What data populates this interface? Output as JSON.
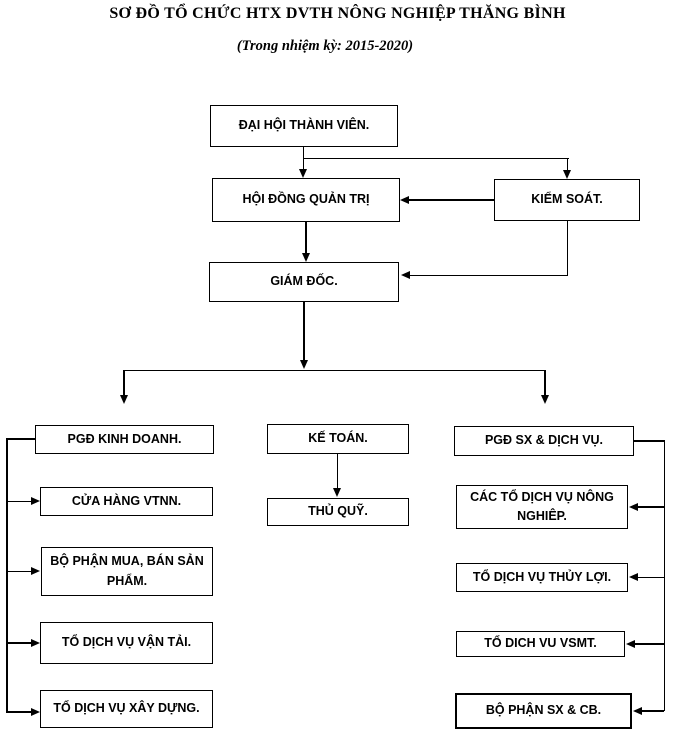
{
  "header": {
    "title": "SƠ ĐỒ TỔ CHỨC HTX DVTH NÔNG NGHIỆP THĂNG BÌNH",
    "subtitle": "(Trong nhiệm kỳ: 2015-2020)"
  },
  "nodes": {
    "dai_hoi_thanh_vien": "ĐẠI HỘI THÀNH VIÊN.",
    "hoi_dong_quan_tri": "HỘI ĐỒNG QUẢN TRỊ",
    "kiem_soat": "KIỂM SOÁT.",
    "giam_doc": "GIÁM ĐỐC.",
    "pgd_kinh_doanh": "PGĐ KINH DOANH.",
    "ke_toan": "KẾ TOÁN.",
    "pgd_sx_dich_vu": "PGĐ SX & DỊCH VỤ.",
    "cua_hang_vtnn": "CỬA HÀNG VTNN.",
    "thu_quy": "THỦ QUỸ.",
    "cac_to_dich_vu_nong_nghiep": "CÁC TỔ DỊCH VỤ NÔNG NGHIÊP.",
    "bo_phan_mua_ban": "BỘ PHẬN MUA, BÁN SẢN PHẨM.",
    "to_dich_vu_thuy_loi": "TỔ DỊCH VỤ THỦY LỢI.",
    "to_dich_vu_van_tai": "TỔ DỊCH VỤ VẬN TẢI.",
    "to_dich_vu_vsmt": "TỔ DICH VU VSMT.",
    "to_dich_vu_xay_dung": "TỔ DỊCH VỤ XÂY DỰNG.",
    "bo_phan_sx_cb": "BỘ PHẬN SX & CB."
  },
  "colors": {
    "line": "#000000",
    "box_border": "#000000",
    "box_background": "#ffffff",
    "text": "#000000",
    "page_background": "#ffffff"
  }
}
